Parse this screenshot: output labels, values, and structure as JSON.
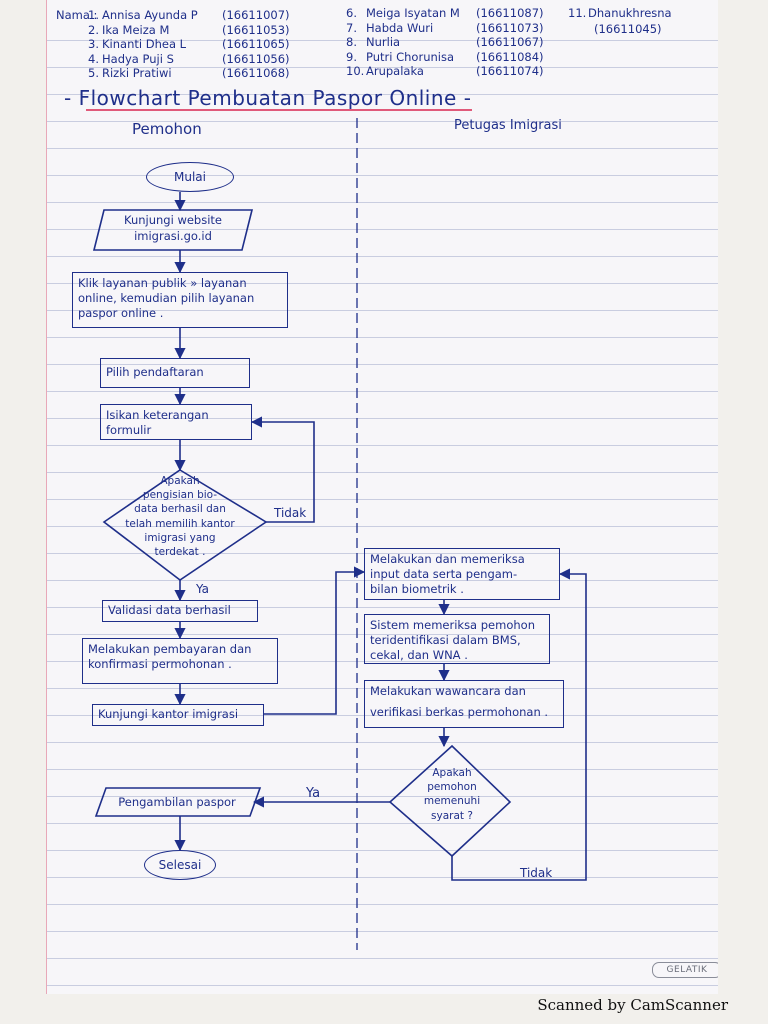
{
  "header": {
    "label": "Nama :",
    "members_col1": [
      {
        "no": "1.",
        "name": "Annisa Ayunda P",
        "nim": "(16611007)"
      },
      {
        "no": "2.",
        "name": "Ika Meiza M",
        "nim": "(16611053)"
      },
      {
        "no": "3.",
        "name": "Kinanti Dhea L",
        "nim": "(16611065)"
      },
      {
        "no": "4.",
        "name": "Hadya Puji S",
        "nim": "(16611056)"
      },
      {
        "no": "5.",
        "name": "Rizki Pratiwi",
        "nim": "(16611068)"
      }
    ],
    "members_col2": [
      {
        "no": "6.",
        "name": "Meiga Isyatan M",
        "nim": "(16611087)"
      },
      {
        "no": "7.",
        "name": "Habda Wuri",
        "nim": "(16611073)"
      },
      {
        "no": "8.",
        "name": "Nurlia",
        "nim": "(16611067)"
      },
      {
        "no": "9.",
        "name": "Putri Chorunisa",
        "nim": "(16611084)"
      },
      {
        "no": "10.",
        "name": "Arupalaka",
        "nim": "(16611074)"
      }
    ],
    "members_col3": [
      {
        "no": "11.",
        "name": "Dhanukhresna",
        "nim": "(16611045)"
      }
    ]
  },
  "title": "- Flowchart Pembuatan Paspor Online -",
  "lanes": {
    "left": "Pemohon",
    "right": "Petugas Imigrasi"
  },
  "nodes": {
    "start": "Mulai",
    "website": [
      "Kunjungi website",
      "imigrasi.go.id"
    ],
    "layanan": [
      "Klik layanan publik » layanan",
      "online, kemudian pilih layanan",
      "paspor online ."
    ],
    "pendaftaran": "Pilih pendaftaran",
    "formulir": [
      "Isikan keterangan",
      "formulir"
    ],
    "decision1": [
      "Apakah",
      "pengisian bio-",
      "data berhasil dan",
      "telah memilih kantor",
      "imigrasi yang",
      "terdekat ."
    ],
    "validasi": "Validasi data berhasil",
    "pembayaran": [
      "Melakukan pembayaran dan",
      "konfirmasi permohonan ."
    ],
    "kunjungi_kantor": "Kunjungi kantor imigrasi",
    "biometrik": [
      "Melakukan dan memeriksa",
      "input data serta pengam-",
      "bilan biometrik ."
    ],
    "sistem": [
      "Sistem memeriksa pemohon",
      "teridentifikasi dalam BMS,",
      "cekal, dan WNA ."
    ],
    "wawancara": [
      "Melakukan wawancara dan",
      "verifikasi berkas permohonan ."
    ],
    "decision2": [
      "Apakah",
      "pemohon",
      "memenuhi",
      "syarat ?"
    ],
    "pengambilan": "Pengambilan paspor",
    "end": "Selesai"
  },
  "edge_labels": {
    "d1_no": "Tidak",
    "d1_yes": "Ya",
    "d2_yes": "Ya",
    "d2_no": "Tidak"
  },
  "paper_brand": "GELATIK",
  "footer": "Scanned by CamScanner",
  "colors": {
    "ink": "#1f2f8a",
    "rule_line": "#c9cde0",
    "title_underline": "#e05a7a"
  }
}
